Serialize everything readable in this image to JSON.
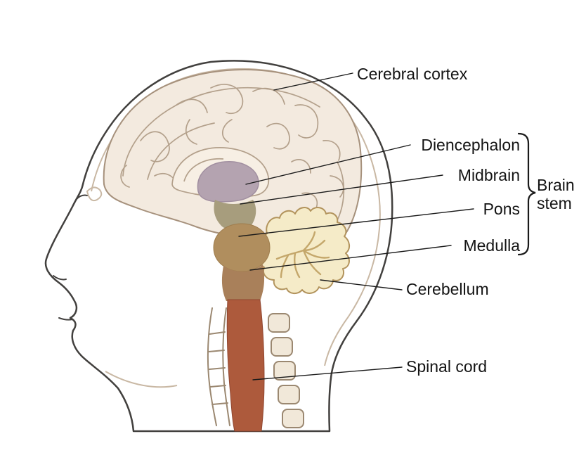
{
  "diagram": {
    "labels": {
      "cerebral_cortex": "Cerebral cortex",
      "diencephalon": "Diencephalon",
      "midbrain": "Midbrain",
      "pons": "Pons",
      "medulla": "Medulla",
      "brain_stem": "Brain stem",
      "cerebellum": "Cerebellum",
      "spinal_cord": "Spinal cord"
    },
    "colors": {
      "cortex_fill": "#f3eadf",
      "cortex_line": "#a6917c",
      "diencephalon": "#b4a3b0",
      "midbrain": "#a79d7d",
      "pons": "#b08e5e",
      "medulla": "#a9805a",
      "spinal_cord": "#ad5a3c",
      "cerebellum_fill": "#f5ebc8",
      "cerebellum_line": "#b2935c",
      "head_outline": "#42403e",
      "leader_line": "#1a1a1a"
    }
  }
}
